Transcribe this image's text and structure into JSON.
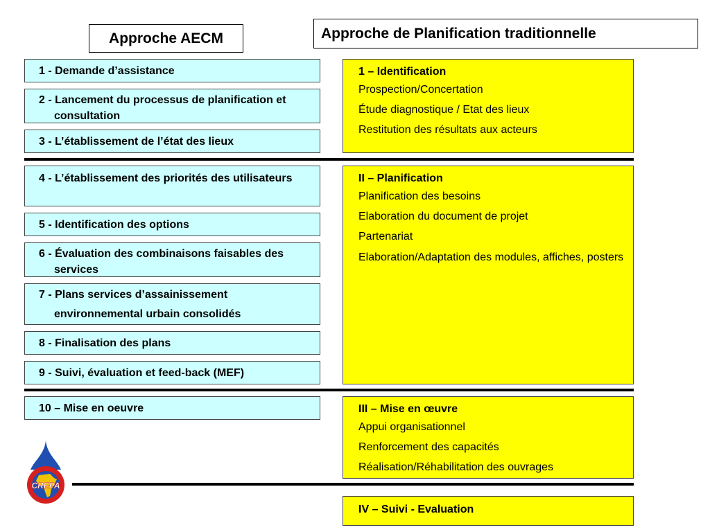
{
  "headers": {
    "left": "Approche AECM",
    "right": "Approche de Planification traditionnelle"
  },
  "aecm_steps": [
    "1 - Demande d’assistance",
    "2 - Lancement du processus de planification et consultation",
    "3 -  L’établissement de l’état des lieux",
    "4 -  L’établissement des priorités des utilisateurs",
    "5 - Identification des options",
    "6 - Évaluation des combinaisons faisables des services",
    "7 - Plans services d’assainissement environnemental urbain  consolidés",
    "8 - Finalisation des plans",
    "9 - Suivi, évaluation et feed-back (MEF)",
    "10 – Mise en oeuvre"
  ],
  "traditional_phases": [
    {
      "title": "1 – Identification",
      "items": [
        "Prospection/Concertation",
        "Étude diagnostique / Etat des lieux",
        "Restitution des résultats aux acteurs"
      ]
    },
    {
      "title": "II – Planification",
      "items": [
        "Planification des besoins",
        "Elaboration du document de projet",
        "Partenariat",
        "Elaboration/Adaptation des modules, affiches, posters"
      ]
    },
    {
      "title": "III – Mise en œuvre",
      "items": [
        "Appui organisationnel",
        "Renforcement des capacités",
        "Réalisation/Réhabilitation des ouvrages"
      ]
    },
    {
      "title": "IV – Suivi - Evaluation",
      "items": []
    }
  ],
  "logo": {
    "text": "CREPA",
    "colors": {
      "drop": "#1f4fb0",
      "ring": "#d62020",
      "africa": "#f2c200"
    }
  }
}
